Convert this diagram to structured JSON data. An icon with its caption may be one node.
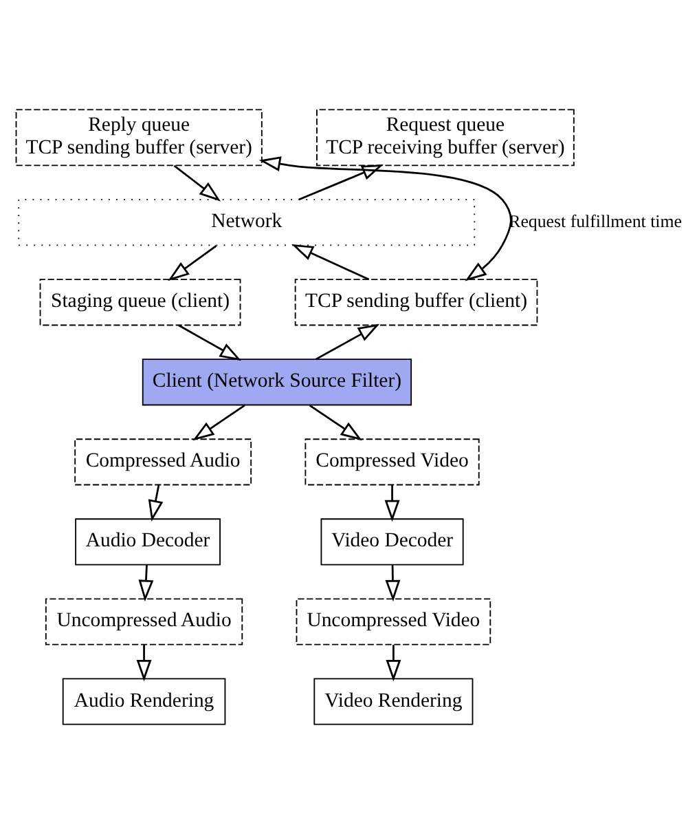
{
  "diagram": {
    "nodes": [
      {
        "text": [
          "Reply queue",
          "TCP sending buffer (server)"
        ]
      },
      {
        "text": [
          "Request queue",
          "TCP receiving buffer (server)"
        ]
      },
      {
        "text": [
          "Network"
        ]
      },
      {
        "text": [
          "Staging queue (client)"
        ]
      },
      {
        "text": [
          "TCP sending buffer (client)"
        ]
      },
      {
        "text": [
          "Client (Network Source Filter)"
        ]
      },
      {
        "text": [
          "Compressed Audio"
        ]
      },
      {
        "text": [
          "Compressed Video"
        ]
      },
      {
        "text": [
          "Audio Decoder"
        ]
      },
      {
        "text": [
          "Video Decoder"
        ]
      },
      {
        "text": [
          "Uncompressed Audio"
        ]
      },
      {
        "text": [
          "Uncompressed Video"
        ]
      },
      {
        "text": [
          "Audio Rendering"
        ]
      },
      {
        "text": [
          "Video Rendering"
        ]
      }
    ],
    "edges": [
      {
        "from": 0,
        "to": 2,
        "arrow": "to"
      },
      {
        "from": 2,
        "to": 3,
        "arrow": "to"
      },
      {
        "from": 3,
        "to": 5,
        "arrow": "to"
      },
      {
        "from": 5,
        "to": 4,
        "arrow": "to"
      },
      {
        "from": 4,
        "to": 2,
        "arrow": "to"
      },
      {
        "from": 2,
        "to": 1,
        "arrow": "to"
      },
      {
        "from": 0,
        "to": 4,
        "arrow": "both",
        "label": "Request fulfillment time"
      },
      {
        "from": 5,
        "to": 6,
        "arrow": "to"
      },
      {
        "from": 5,
        "to": 7,
        "arrow": "to"
      },
      {
        "from": 6,
        "to": 8,
        "arrow": "to"
      },
      {
        "from": 7,
        "to": 9,
        "arrow": "to"
      },
      {
        "from": 8,
        "to": 10,
        "arrow": "to"
      },
      {
        "from": 9,
        "to": 11,
        "arrow": "to"
      },
      {
        "from": 10,
        "to": 12,
        "arrow": "to"
      },
      {
        "from": 11,
        "to": 13,
        "arrow": "to"
      }
    ]
  }
}
